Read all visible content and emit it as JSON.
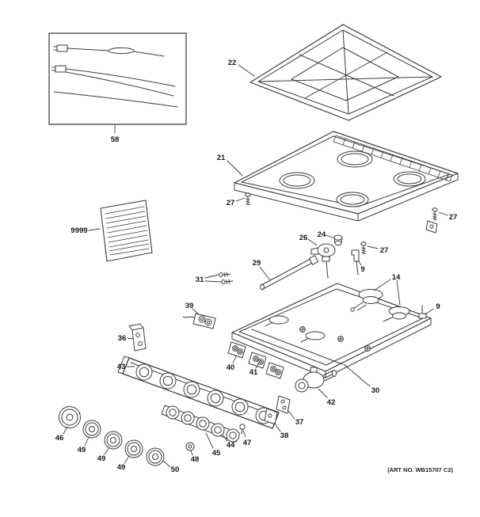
{
  "footer": {
    "art_no": "(ART NO. WB15707 C2)"
  },
  "callouts": {
    "k58": "58",
    "k22": "22",
    "k21": "21",
    "k27_left": "27",
    "k27_right": "27",
    "k27_mid": "27",
    "k9999": "9999",
    "k24": "24",
    "k26": "26",
    "k9_mid": "9",
    "k29": "29",
    "k31": "31",
    "k14": "14",
    "k9_right": "9",
    "k39": "39",
    "k36": "36",
    "k43": "43",
    "k40": "40",
    "k41": "41",
    "k30": "30",
    "k42": "42",
    "k37": "37",
    "k38": "38",
    "k47": "47",
    "k44": "44",
    "k45": "45",
    "k48": "48",
    "k46": "46",
    "k49_a": "49",
    "k49_b": "49",
    "k49_c": "49",
    "k50": "50"
  }
}
